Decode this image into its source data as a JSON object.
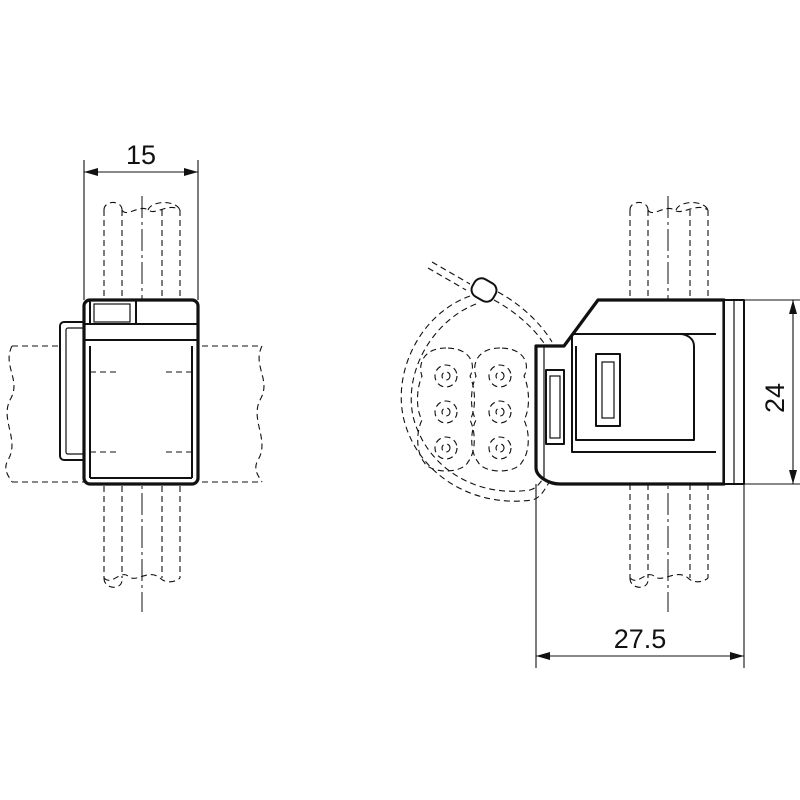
{
  "dimensions": {
    "width_front": "15",
    "height_side": "24",
    "width_side": "27.5"
  }
}
